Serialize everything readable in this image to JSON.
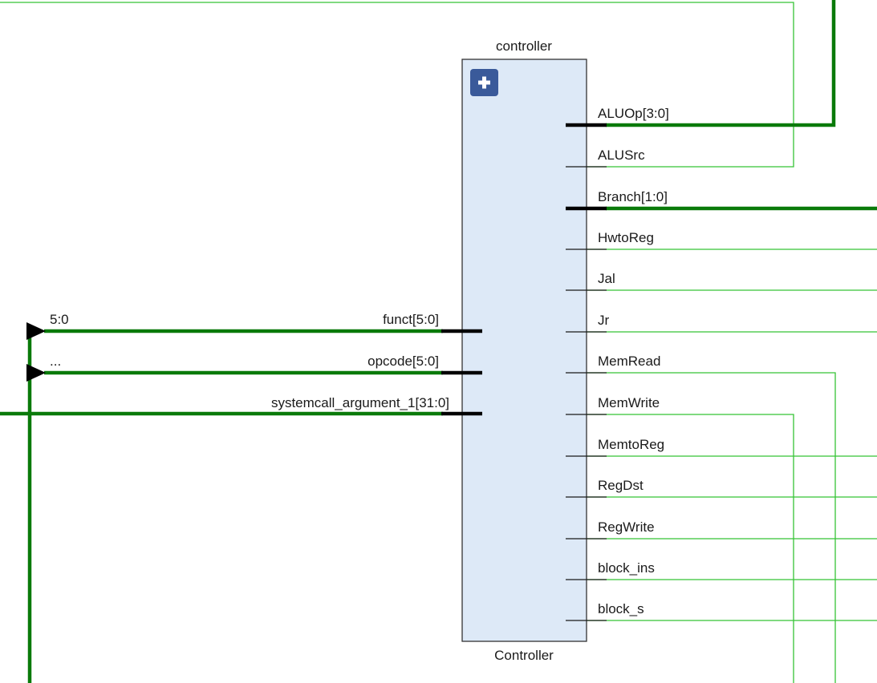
{
  "cell": {
    "instance_name": "controller",
    "type_name": "Controller",
    "expand_icon": "plus-icon"
  },
  "inputs": [
    {
      "port": "funct[5:0]",
      "net_label": "5:0",
      "bus": true
    },
    {
      "port": "opcode[5:0]",
      "net_label": "...",
      "bus": true
    },
    {
      "port": "systemcall_argument_1[31:0]",
      "net_label": "",
      "bus": true
    }
  ],
  "outputs": [
    {
      "port": "ALUOp[3:0]",
      "bus": true
    },
    {
      "port": "ALUSrc",
      "bus": false
    },
    {
      "port": "Branch[1:0]",
      "bus": true
    },
    {
      "port": "HwtoReg",
      "bus": false
    },
    {
      "port": "Jal",
      "bus": false
    },
    {
      "port": "Jr",
      "bus": false
    },
    {
      "port": "MemRead",
      "bus": false
    },
    {
      "port": "MemWrite",
      "bus": false
    },
    {
      "port": "MemtoReg",
      "bus": false
    },
    {
      "port": "RegDst",
      "bus": false
    },
    {
      "port": "RegWrite",
      "bus": false
    },
    {
      "port": "block_ins",
      "bus": false
    },
    {
      "port": "block_s",
      "bus": false
    }
  ],
  "colors": {
    "block_fill": "#dde9f7",
    "block_stroke": "#333333",
    "wire": "#35c435",
    "bus": "#0a7a0a",
    "plus_button": "#3a5a9a"
  }
}
